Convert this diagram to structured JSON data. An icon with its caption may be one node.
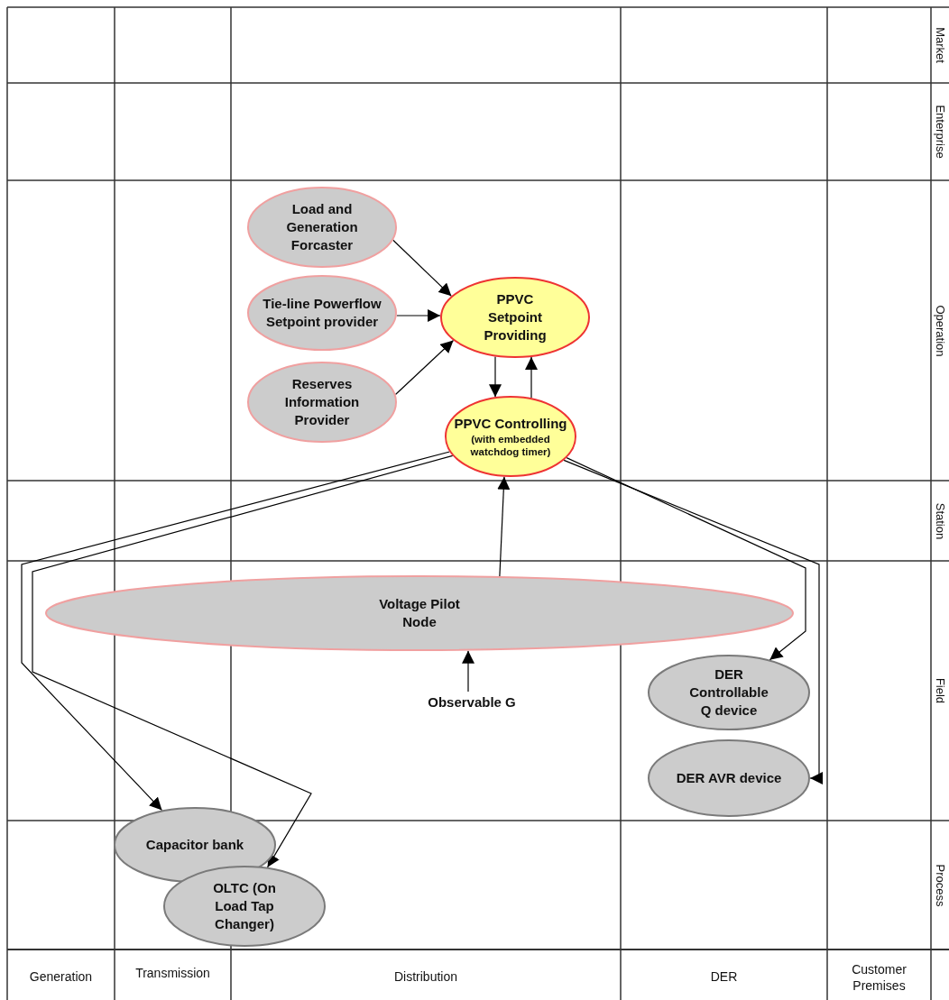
{
  "diagram": {
    "nodes": [
      {
        "text": [
          "Load and Generation Forcaster"
        ]
      },
      {
        "text": [
          "Tie-line Powerflow Setpoint provider"
        ]
      },
      {
        "text": [
          "Reserves Information Provider"
        ]
      },
      {
        "text": [
          "PPVC Setpoint Providing"
        ]
      },
      {
        "text": [
          "PPVC Controlling",
          "(with embedded watchdog timer)"
        ]
      },
      {
        "text": [
          "Voltage Pilot Node"
        ]
      },
      {
        "text": [
          "Observable G"
        ]
      },
      {
        "text": [
          "DER Controllable Q device"
        ]
      },
      {
        "text": [
          "DER AVR device"
        ]
      },
      {
        "text": [
          "Capacitor bank"
        ]
      },
      {
        "text": [
          "OLTC (On Load Tap Changer)"
        ]
      }
    ],
    "edges": [
      {
        "from": 0,
        "to": 3,
        "arrow": "to"
      },
      {
        "from": 1,
        "to": 3,
        "arrow": "to"
      },
      {
        "from": 2,
        "to": 3,
        "arrow": "to"
      },
      {
        "from": 3,
        "to": 4,
        "arrow": "to"
      },
      {
        "from": 4,
        "to": 3,
        "arrow": "to"
      },
      {
        "from": 5,
        "to": 4,
        "arrow": "to"
      },
      {
        "from": 4,
        "to": 9,
        "arrow": "to"
      },
      {
        "from": 4,
        "to": 10,
        "arrow": "to"
      },
      {
        "from": 4,
        "to": 7,
        "arrow": "to"
      },
      {
        "from": 4,
        "to": 8,
        "arrow": "to"
      },
      {
        "from": 6,
        "to": 5,
        "arrow": "to"
      }
    ],
    "labels": [
      "Market",
      "Enterprise",
      "Operation",
      "Station",
      "Field",
      "Process",
      "Generation",
      "Transmission",
      "Distribution",
      "DER",
      "Customer Premises"
    ]
  }
}
